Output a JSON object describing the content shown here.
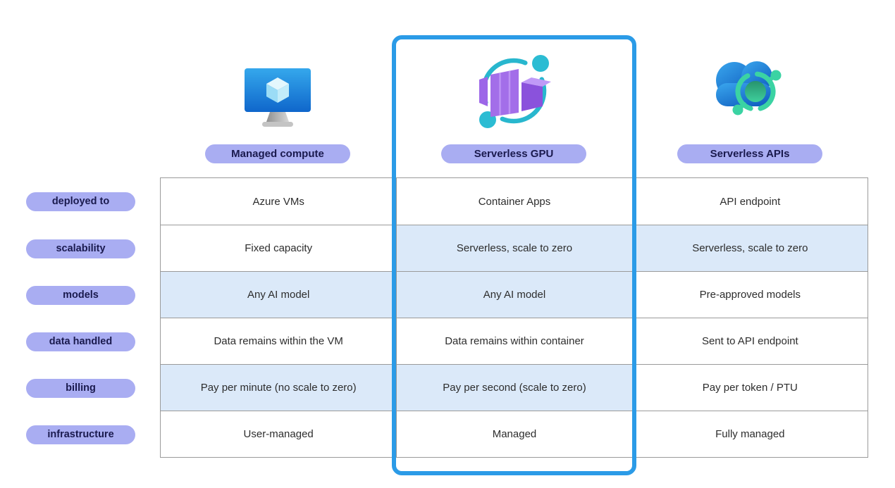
{
  "columns": [
    {
      "id": "managed-compute",
      "label": "Managed compute",
      "icon": "azure-vm-icon",
      "highlighted": false
    },
    {
      "id": "serverless-gpu",
      "label": "Serverless GPU",
      "icon": "container-apps-icon",
      "highlighted": true
    },
    {
      "id": "serverless-apis",
      "label": "Serverless APIs",
      "icon": "cloud-api-icon",
      "highlighted": false
    }
  ],
  "rows": [
    {
      "label": "deployed to",
      "cells": [
        "Azure VMs",
        "Container Apps",
        "API endpoint"
      ],
      "highlight_cells": [
        false,
        false,
        false
      ]
    },
    {
      "label": "scalability",
      "cells": [
        "Fixed capacity",
        "Serverless, scale to zero",
        "Serverless, scale to zero"
      ],
      "highlight_cells": [
        false,
        true,
        true
      ]
    },
    {
      "label": "models",
      "cells": [
        "Any AI model",
        "Any AI model",
        "Pre-approved models"
      ],
      "highlight_cells": [
        true,
        true,
        false
      ]
    },
    {
      "label": "data handled",
      "cells": [
        "Data remains within the VM",
        "Data remains within container",
        "Sent to API endpoint"
      ],
      "highlight_cells": [
        false,
        false,
        false
      ]
    },
    {
      "label": "billing",
      "cells": [
        "Pay per minute (no scale to zero)",
        "Pay per second (scale to zero)",
        "Pay per token / PTU"
      ],
      "highlight_cells": [
        true,
        true,
        false
      ]
    },
    {
      "label": "infrastructure",
      "cells": [
        "User-managed",
        "Managed",
        "Fully managed"
      ],
      "highlight_cells": [
        false,
        false,
        false
      ]
    }
  ],
  "colors": {
    "pill_background": "#a9adf2",
    "pill_text": "#1a1a4e",
    "cell_highlight": "#dbe9f9",
    "highlight_box_border": "#2b9be7",
    "table_border": "#9a9a9a",
    "cell_text": "#2d2d2d"
  }
}
